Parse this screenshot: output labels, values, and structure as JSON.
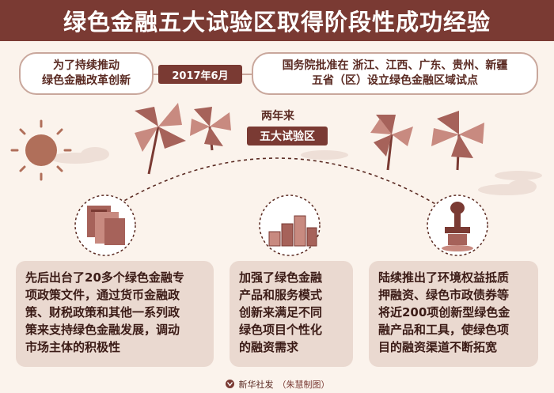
{
  "title": "绿色金融五大试验区取得阶段性成功经验",
  "left_pill": {
    "line1": "为了持续推动",
    "line2": "绿色金融改革创新"
  },
  "date": "2017年6月",
  "right_pill": {
    "line1": "国务院批准在 浙江、江西、广东、贵州、新疆",
    "line2": "五省（区）设立绿色金融区域试点"
  },
  "two_years": "两年来",
  "five_zones": "五大试验区",
  "cards": [
    {
      "text": "先后出台了20多个绿色金融专\n项政策文件，通过货币金融政\n策、财税政策和其他一系列政\n策来支持绿色金融发展，调动\n市场主体的积极性"
    },
    {
      "text": "加强了绿色金融\n产品和服务模式\n创新来满足不同\n绿色项目个性化\n的融资需求"
    },
    {
      "text": "陆续推出了环境权益抵质\n押融资、绿色市政债券等\n将近200项创新型绿色金\n融产品和工具，使绿色项\n目的融资渠道不断拓宽"
    }
  ],
  "footer": {
    "agency": "新华社发",
    "credit": "（朱慧制图）"
  },
  "colors": {
    "primary": "#7a3a33",
    "card": "#ead9d0",
    "background": "#fbf3ec"
  }
}
